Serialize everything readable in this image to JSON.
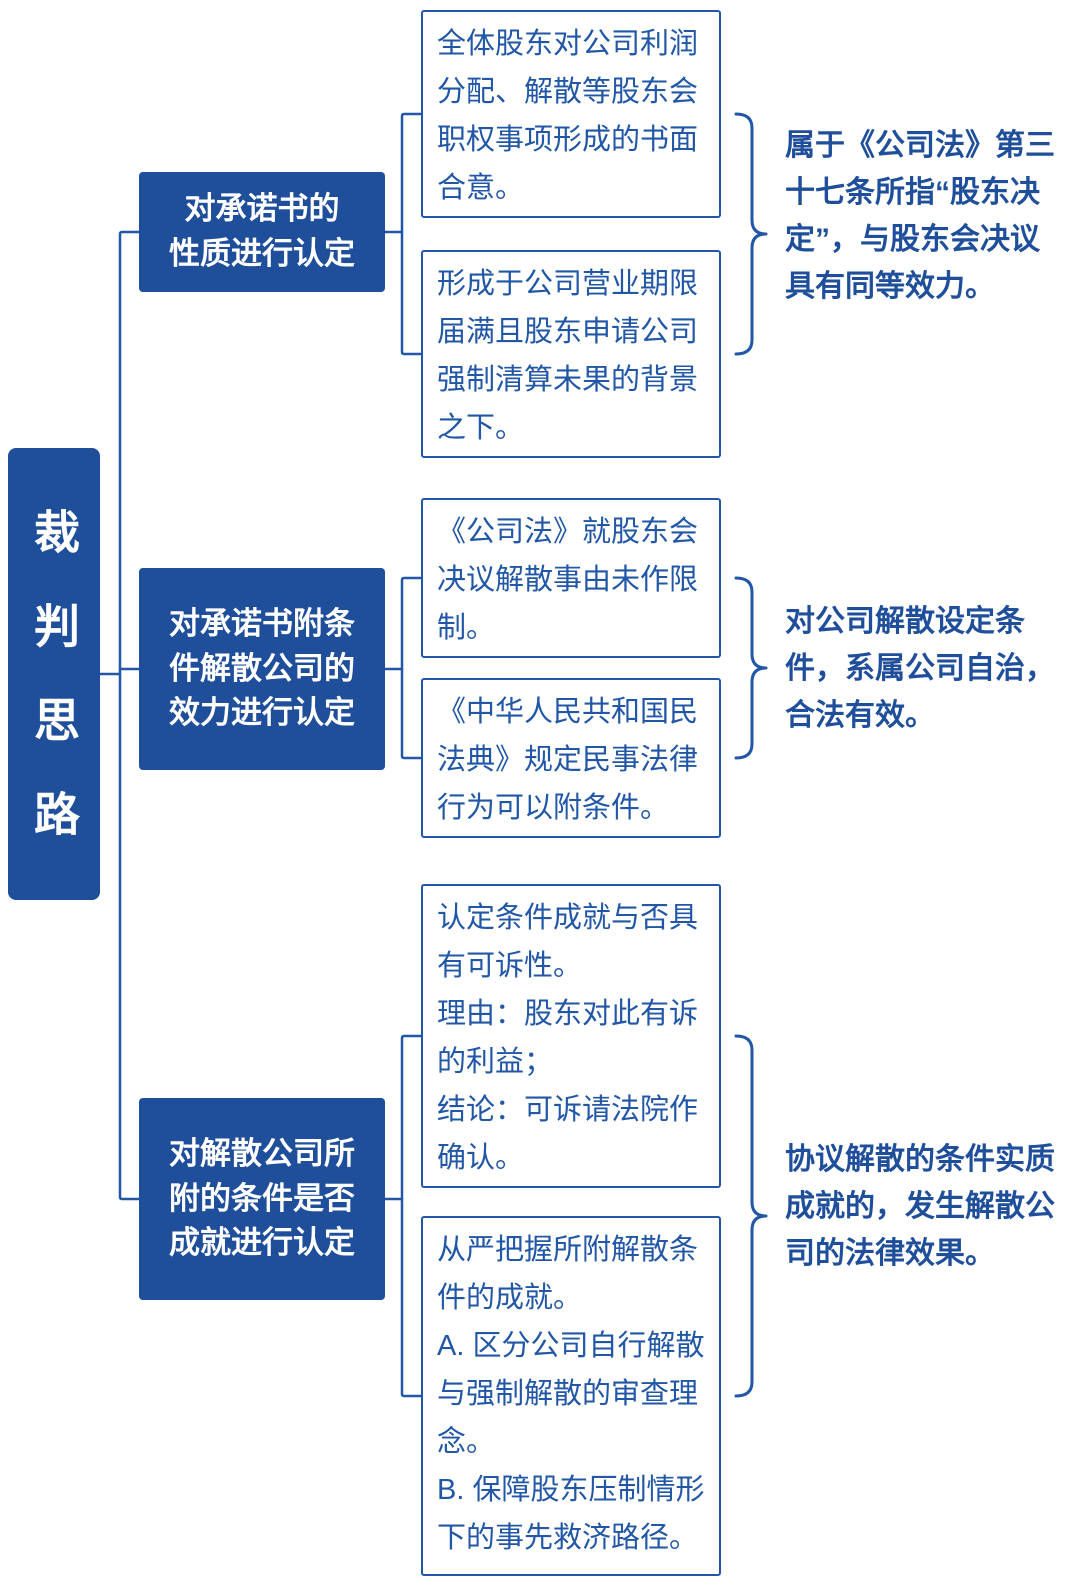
{
  "title": "裁判思路脑图",
  "colors": {
    "primary_dark": "#1f4e9b",
    "primary": "#2157a6"
  },
  "root": {
    "label": "裁判思路"
  },
  "branches": [
    {
      "label": "对承诺书的\n性质进行认定",
      "items": [
        "全体股东对公司利润\n分配、解散等股东会\n职权事项形成的书面\n合意。",
        "形成于公司营业期限\n届满且股东申请公司\n强制清算未果的背景\n之下。"
      ],
      "conclusion": "属于《公司法》第三\n十七条所指“股东决\n定”，与股东会决议\n具有同等效力。"
    },
    {
      "label": "对承诺书附条\n件解散公司的\n效力进行认定",
      "items": [
        "《公司法》就股东会\n决议解散事由未作限\n制。",
        "《中华人民共和国民\n法典》规定民事法律\n行为可以附条件。"
      ],
      "conclusion": "对公司解散设定条\n件，系属公司自治，\n合法有效。"
    },
    {
      "label": "对解散公司所\n附的条件是否\n成就进行认定",
      "items": [
        "认定条件成就与否具\n有可诉性。\n理由：股东对此有诉\n的利益；\n结论：可诉请法院作\n确认。",
        "从严把握所附解散条\n件的成就。\nA. 区分公司自行解散\n与强制解散的审查理\n念。\nB. 保障股东压制情形\n下的事先救济路径。"
      ],
      "conclusion": "协议解散的条件实质\n成就的，发生解散公\n司的法律效果。"
    }
  ]
}
